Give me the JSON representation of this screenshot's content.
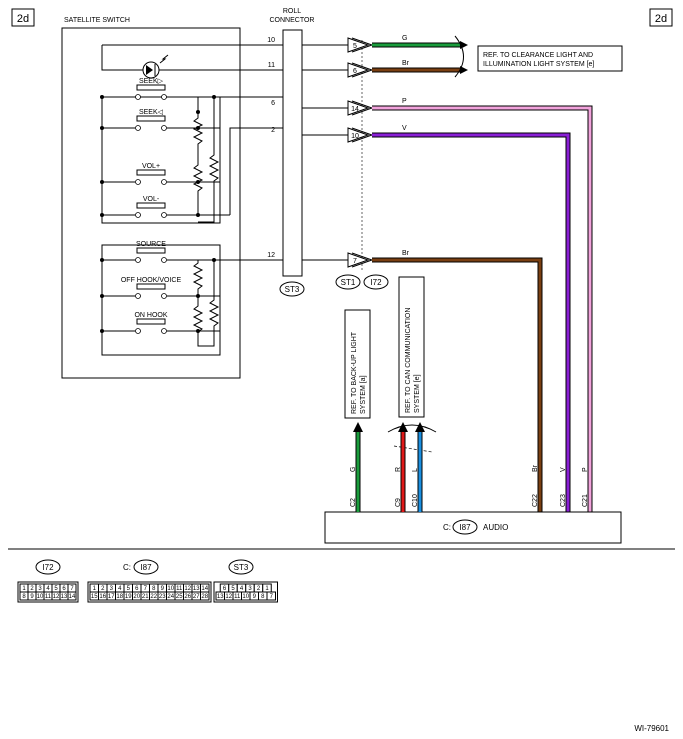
{
  "corner_tags": {
    "left": "2d",
    "right": "2d"
  },
  "satellite_switch": {
    "title": "SATELLITE SWITCH",
    "switches": [
      "SEEK▷",
      "SEEK◁",
      "VOL+",
      "VOL-",
      "SOURCE",
      "OFF HOOK/VOICE",
      "ON HOOK"
    ]
  },
  "roll_connector": {
    "title_line1": "ROLL",
    "title_line2": "CONNECTOR",
    "id": "ST3",
    "pins": [
      "10",
      "11",
      "6",
      "2",
      "12"
    ]
  },
  "joint": {
    "pins": [
      "5",
      "6",
      "14",
      "10",
      "7"
    ],
    "ids": [
      "ST1",
      "I72"
    ]
  },
  "wires": [
    {
      "pin": "10",
      "joint_pin": "5",
      "color_code": "G",
      "color": "#1a9c3c"
    },
    {
      "pin": "11",
      "joint_pin": "6",
      "color_code": "Br",
      "color": "#7a3f12"
    },
    {
      "pin": "6",
      "joint_pin": "14",
      "color_code": "P",
      "color": "#f2a3dc"
    },
    {
      "pin": "2",
      "joint_pin": "10",
      "color_code": "V",
      "color": "#8a1fd6"
    },
    {
      "pin": "12",
      "joint_pin": "7",
      "color_code": "Br",
      "color": "#7a3f12"
    }
  ],
  "ref_clearance": {
    "line1": "REF. TO CLEARANCE LIGHT AND",
    "line2": "ILLUMINATION LIGHT SYSTEM [e]"
  },
  "ref_backup": {
    "line1": "REF. TO BACK-UP LIGHT",
    "line2": "SYSTEM [a]"
  },
  "ref_can": {
    "line1": "REF. TO CAN COMMUNICATION",
    "line2": "SYSTEM [e]"
  },
  "audio": {
    "prefix": "C:",
    "id": "I87",
    "label": "AUDIO",
    "terminals": [
      {
        "pin": "C2",
        "color_code": "G",
        "color": "#1a9c3c"
      },
      {
        "pin": "C9",
        "color_code": "R",
        "color": "#e01818"
      },
      {
        "pin": "C10",
        "color_code": "L",
        "color": "#1a8fe0"
      },
      {
        "pin": "C22",
        "color_code": "Br",
        "color": "#7a3f12"
      },
      {
        "pin": "C23",
        "color_code": "V",
        "color": "#8a1fd6"
      },
      {
        "pin": "C21",
        "color_code": "P",
        "color": "#f2a3dc"
      }
    ]
  },
  "connector_legends": [
    {
      "id": "I72",
      "prefix": "",
      "rows": [
        [
          "1",
          "2",
          "3",
          "4",
          "5",
          "6",
          "7"
        ],
        [
          "8",
          "9",
          "10",
          "11",
          "12",
          "13",
          "14"
        ]
      ]
    },
    {
      "id": "I87",
      "prefix": "C:",
      "rows": [
        [
          "1",
          "2",
          "3",
          "4",
          "5",
          "6",
          "7",
          "8",
          "9",
          "10",
          "11",
          "12",
          "13",
          "14"
        ],
        [
          "15",
          "16",
          "17",
          "18",
          "19",
          "20",
          "21",
          "22",
          "23",
          "24",
          "25",
          "26",
          "27",
          "28"
        ]
      ]
    },
    {
      "id": "ST3",
      "prefix": "",
      "rows": [
        [
          "6",
          "5",
          "4",
          "3",
          "2",
          "1"
        ],
        [
          "13",
          "12",
          "11",
          "10",
          "9",
          "8",
          "7"
        ]
      ]
    }
  ],
  "figure_id": "WI-79601"
}
